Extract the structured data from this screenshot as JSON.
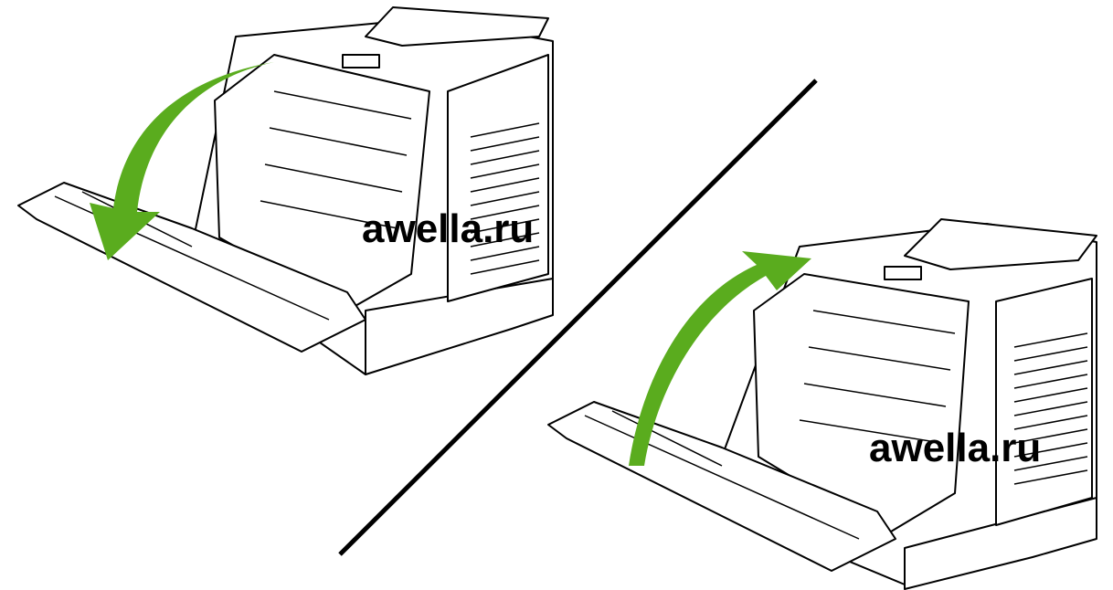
{
  "figure": {
    "watermarks": [
      "awella.ru",
      "awella.ru"
    ],
    "colors": {
      "arrow": "#5aac1e",
      "line": "#000000",
      "background": "#ffffff"
    },
    "steps": [
      {
        "name": "open-front-door",
        "arrow_direction": "down"
      },
      {
        "name": "close-front-door",
        "arrow_direction": "up"
      }
    ]
  }
}
